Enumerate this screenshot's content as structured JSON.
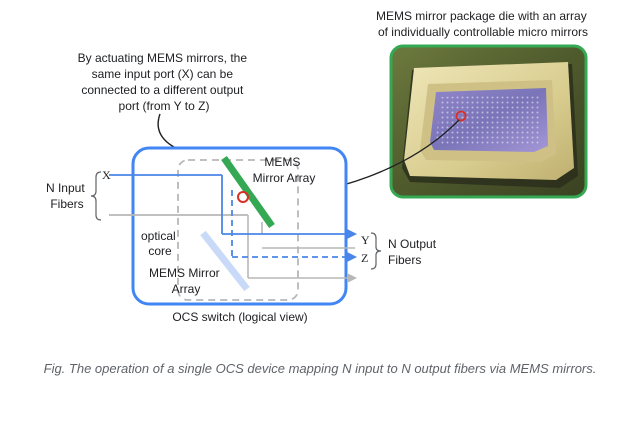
{
  "annotations": {
    "actuation_note": [
      "By actuating MEMS mirrors, the",
      "same input port (X) can be",
      "connected to a different output",
      "port (from Y to Z)"
    ],
    "package_note": [
      "MEMS mirror package die with an array",
      "of individually controllable micro mirrors"
    ]
  },
  "inputs": {
    "label_line1": "N Input",
    "label_line2": "Fibers",
    "port": "X"
  },
  "outputs": {
    "label_line1": "N Output",
    "label_line2": "Fibers",
    "port_y": "Y",
    "port_z": "Z"
  },
  "switch": {
    "title": "OCS switch (logical view)",
    "mems_top_line1": "MEMS",
    "mems_top_line2": "Mirror Array",
    "optical_core_line1": "optical",
    "optical_core_line2": "core",
    "mems_bottom_line1": "MEMS Mirror",
    "mems_bottom_line2": "Array"
  },
  "caption": "Fig. The operation of a single OCS device mapping N input to N output fibers via MEMS mirrors.",
  "colors": {
    "switch_border": "#4285f4",
    "beam_blue": "#4a86e8",
    "beam_gray": "#b7b7b7",
    "mirror_green": "#34a853",
    "mirror_light": "#c9daf8",
    "highlight_red": "#d93025",
    "photo_border": "#34a853"
  }
}
